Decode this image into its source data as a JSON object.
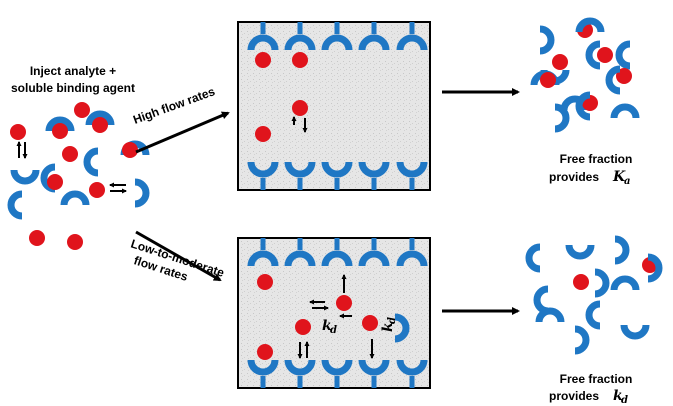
{
  "labels": {
    "inject": [
      "Inject analyte +",
      "soluble binding agent"
    ],
    "high_flow": "High flow rates",
    "low_flow": [
      "Low-to-moderate",
      "flow rates"
    ],
    "free_fraction": "Free fraction",
    "provides": "provides",
    "ka_symbol": "K",
    "ka_sub": "a",
    "kd_symbol": "k",
    "kd_sub": "d"
  },
  "colors": {
    "binder": "#1f77c4",
    "analyte": "#e0141c",
    "column_fill": "#e4e4e4",
    "outline": "#000000"
  }
}
